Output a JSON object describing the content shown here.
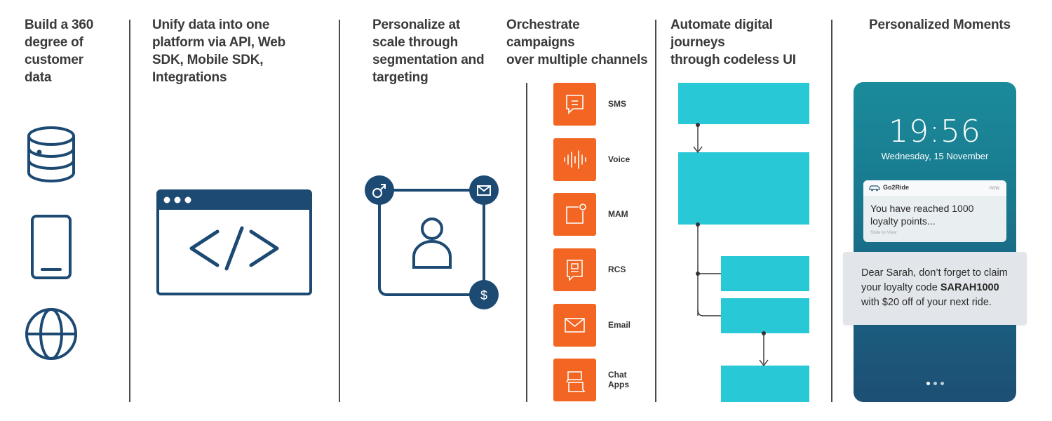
{
  "columns": [
    {
      "heading": "Build a 360\ndegree of\ncustomer\ndata"
    },
    {
      "heading": "Unify data into one\nplatform via API, Web\nSDK, Mobile SDK,\nIntegrations"
    },
    {
      "heading": "Personalize at\nscale through\nsegmentation and\ntargeting"
    },
    {
      "heading": "Orchestrate campaigns\nover multiple channels"
    },
    {
      "heading": "Automate digital journeys\nthrough codeless UI"
    },
    {
      "heading": "Personalized Moments"
    }
  ],
  "channels": [
    {
      "label": "SMS",
      "icon": "chat-bubble-icon"
    },
    {
      "label": "Voice",
      "icon": "voice-waveform-icon"
    },
    {
      "label": "MAM",
      "icon": "mam-notification-icon"
    },
    {
      "label": "RCS",
      "icon": "rcs-message-icon"
    },
    {
      "label": "Email",
      "icon": "envelope-icon"
    },
    {
      "label": "Chat\nApps",
      "icon": "chat-apps-icon"
    }
  ],
  "data_icons": [
    "database-icon",
    "mobile-phone-icon",
    "globe-icon"
  ],
  "code_window_icon": "code-window-icon",
  "segmentation_icons": [
    "user-icon",
    "gender-icon",
    "email-badge-icon",
    "dollar-badge-icon"
  ],
  "phone": {
    "time": "19:56",
    "date": "Wednesday, 15 November",
    "notification": {
      "app": "Go2Ride",
      "age": "now",
      "text": "You have reached 1000 loyalty points...",
      "hint": "Slide to View"
    },
    "message": {
      "before": "Dear Sarah, don’t forget to claim your loyalty code ",
      "code": "SARAH1000",
      "after": " with $20 off of your next ride."
    }
  },
  "colors": {
    "navy": "#1d4a73",
    "orange": "#f26522",
    "cyan": "#29c8d6",
    "divider": "#4a4a4a"
  }
}
